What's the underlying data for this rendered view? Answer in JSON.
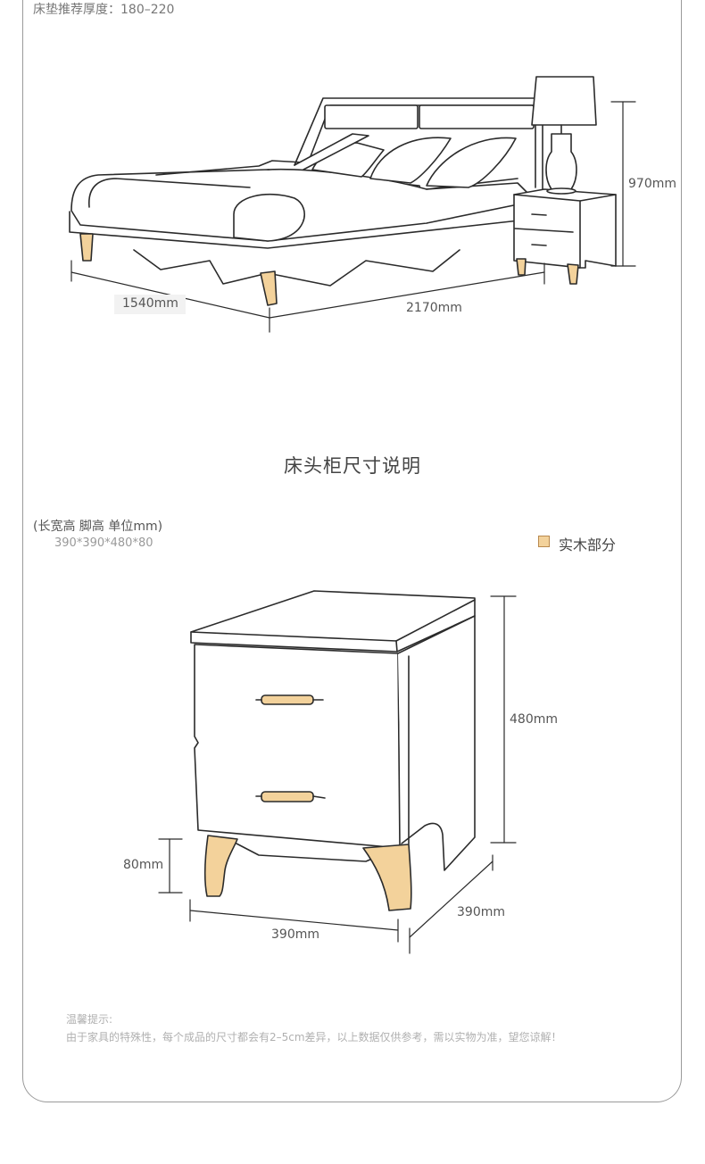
{
  "mattress_note": "床垫推荐厚度：180–220",
  "bed": {
    "height_label": "970mm",
    "width_label": "1540mm",
    "length_label": "2170mm"
  },
  "section_title": "床头柜尺寸说明",
  "spec": {
    "units_label": "(长宽高 脚高 单位mm)",
    "sizes": "390*390*480*80"
  },
  "legend": {
    "label": "实木部分",
    "color": "#f3d29b"
  },
  "nightstand": {
    "height_label": "480mm",
    "leg_label": "80mm",
    "width_label": "390mm",
    "depth_label": "390mm"
  },
  "tip": {
    "title": "温馨提示:",
    "text": "由于家具的特殊性，每个成品的尺寸都会有2–5cm差异，以上数据仅供参考，需以实物为准，望您谅解！"
  }
}
